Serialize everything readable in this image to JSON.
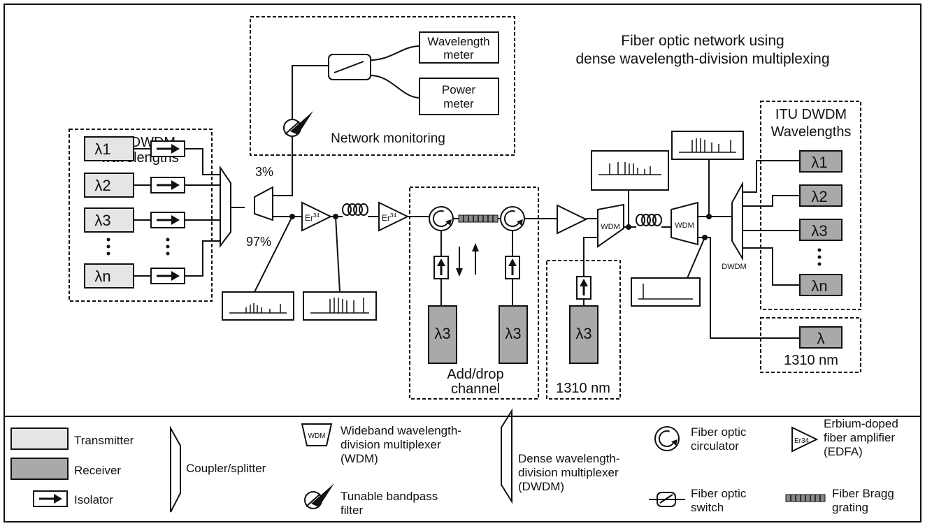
{
  "title": [
    "Fiber optic network using",
    "dense wavelength-division multiplexing"
  ],
  "colors": {
    "transmitter": "#e5e5e5",
    "receiver": "#a9a9a9",
    "line": "#111111",
    "background": "#ffffff"
  },
  "labels": {
    "itu_left": [
      "ITU DWDM",
      "wavelengths"
    ],
    "itu_right": [
      "ITU DWDM",
      "Wavelengths"
    ],
    "tx_lambdas": [
      "λ1",
      "λ2",
      "λ3",
      "λn"
    ],
    "rx_lambdas": [
      "λ1",
      "λ2",
      "λ3",
      "λn"
    ],
    "tap_3": "3%",
    "tap_97": "97%",
    "network_monitoring": "Network monitoring",
    "wavelength_meter": [
      "Wavelength",
      "meter"
    ],
    "power_meter": [
      "Power",
      "meter"
    ],
    "er": "Er",
    "er_sup": "34",
    "wdm": "WDM",
    "dwdm": "DWDM",
    "add_drop": [
      "Add/drop",
      "channel"
    ],
    "lambda3": "λ3",
    "nm1310": "1310 nm",
    "lambda": "λ",
    "lambda_sub3": "3"
  },
  "legend": {
    "transmitter": "Transmitter",
    "receiver": "Receiver",
    "isolator": "Isolator",
    "coupler": "Coupler/splitter",
    "wdm": [
      "Wideband wavelength-",
      "division multiplexer",
      "(WDM)"
    ],
    "wdm_icon": "WDM",
    "filter": [
      "Tunable bandpass",
      "filter"
    ],
    "dwdm": [
      "Dense wavelength-",
      "division multiplexer",
      "(DWDM)"
    ],
    "circulator": [
      "Fiber optic",
      "circulator"
    ],
    "switch": [
      "Fiber optic",
      "switch"
    ],
    "edfa": [
      "Erbium-doped",
      "fiber amplifier",
      "(EDFA)"
    ],
    "edfa_icon": "Er34",
    "fbg": [
      "Fiber Bragg",
      "grating"
    ]
  }
}
